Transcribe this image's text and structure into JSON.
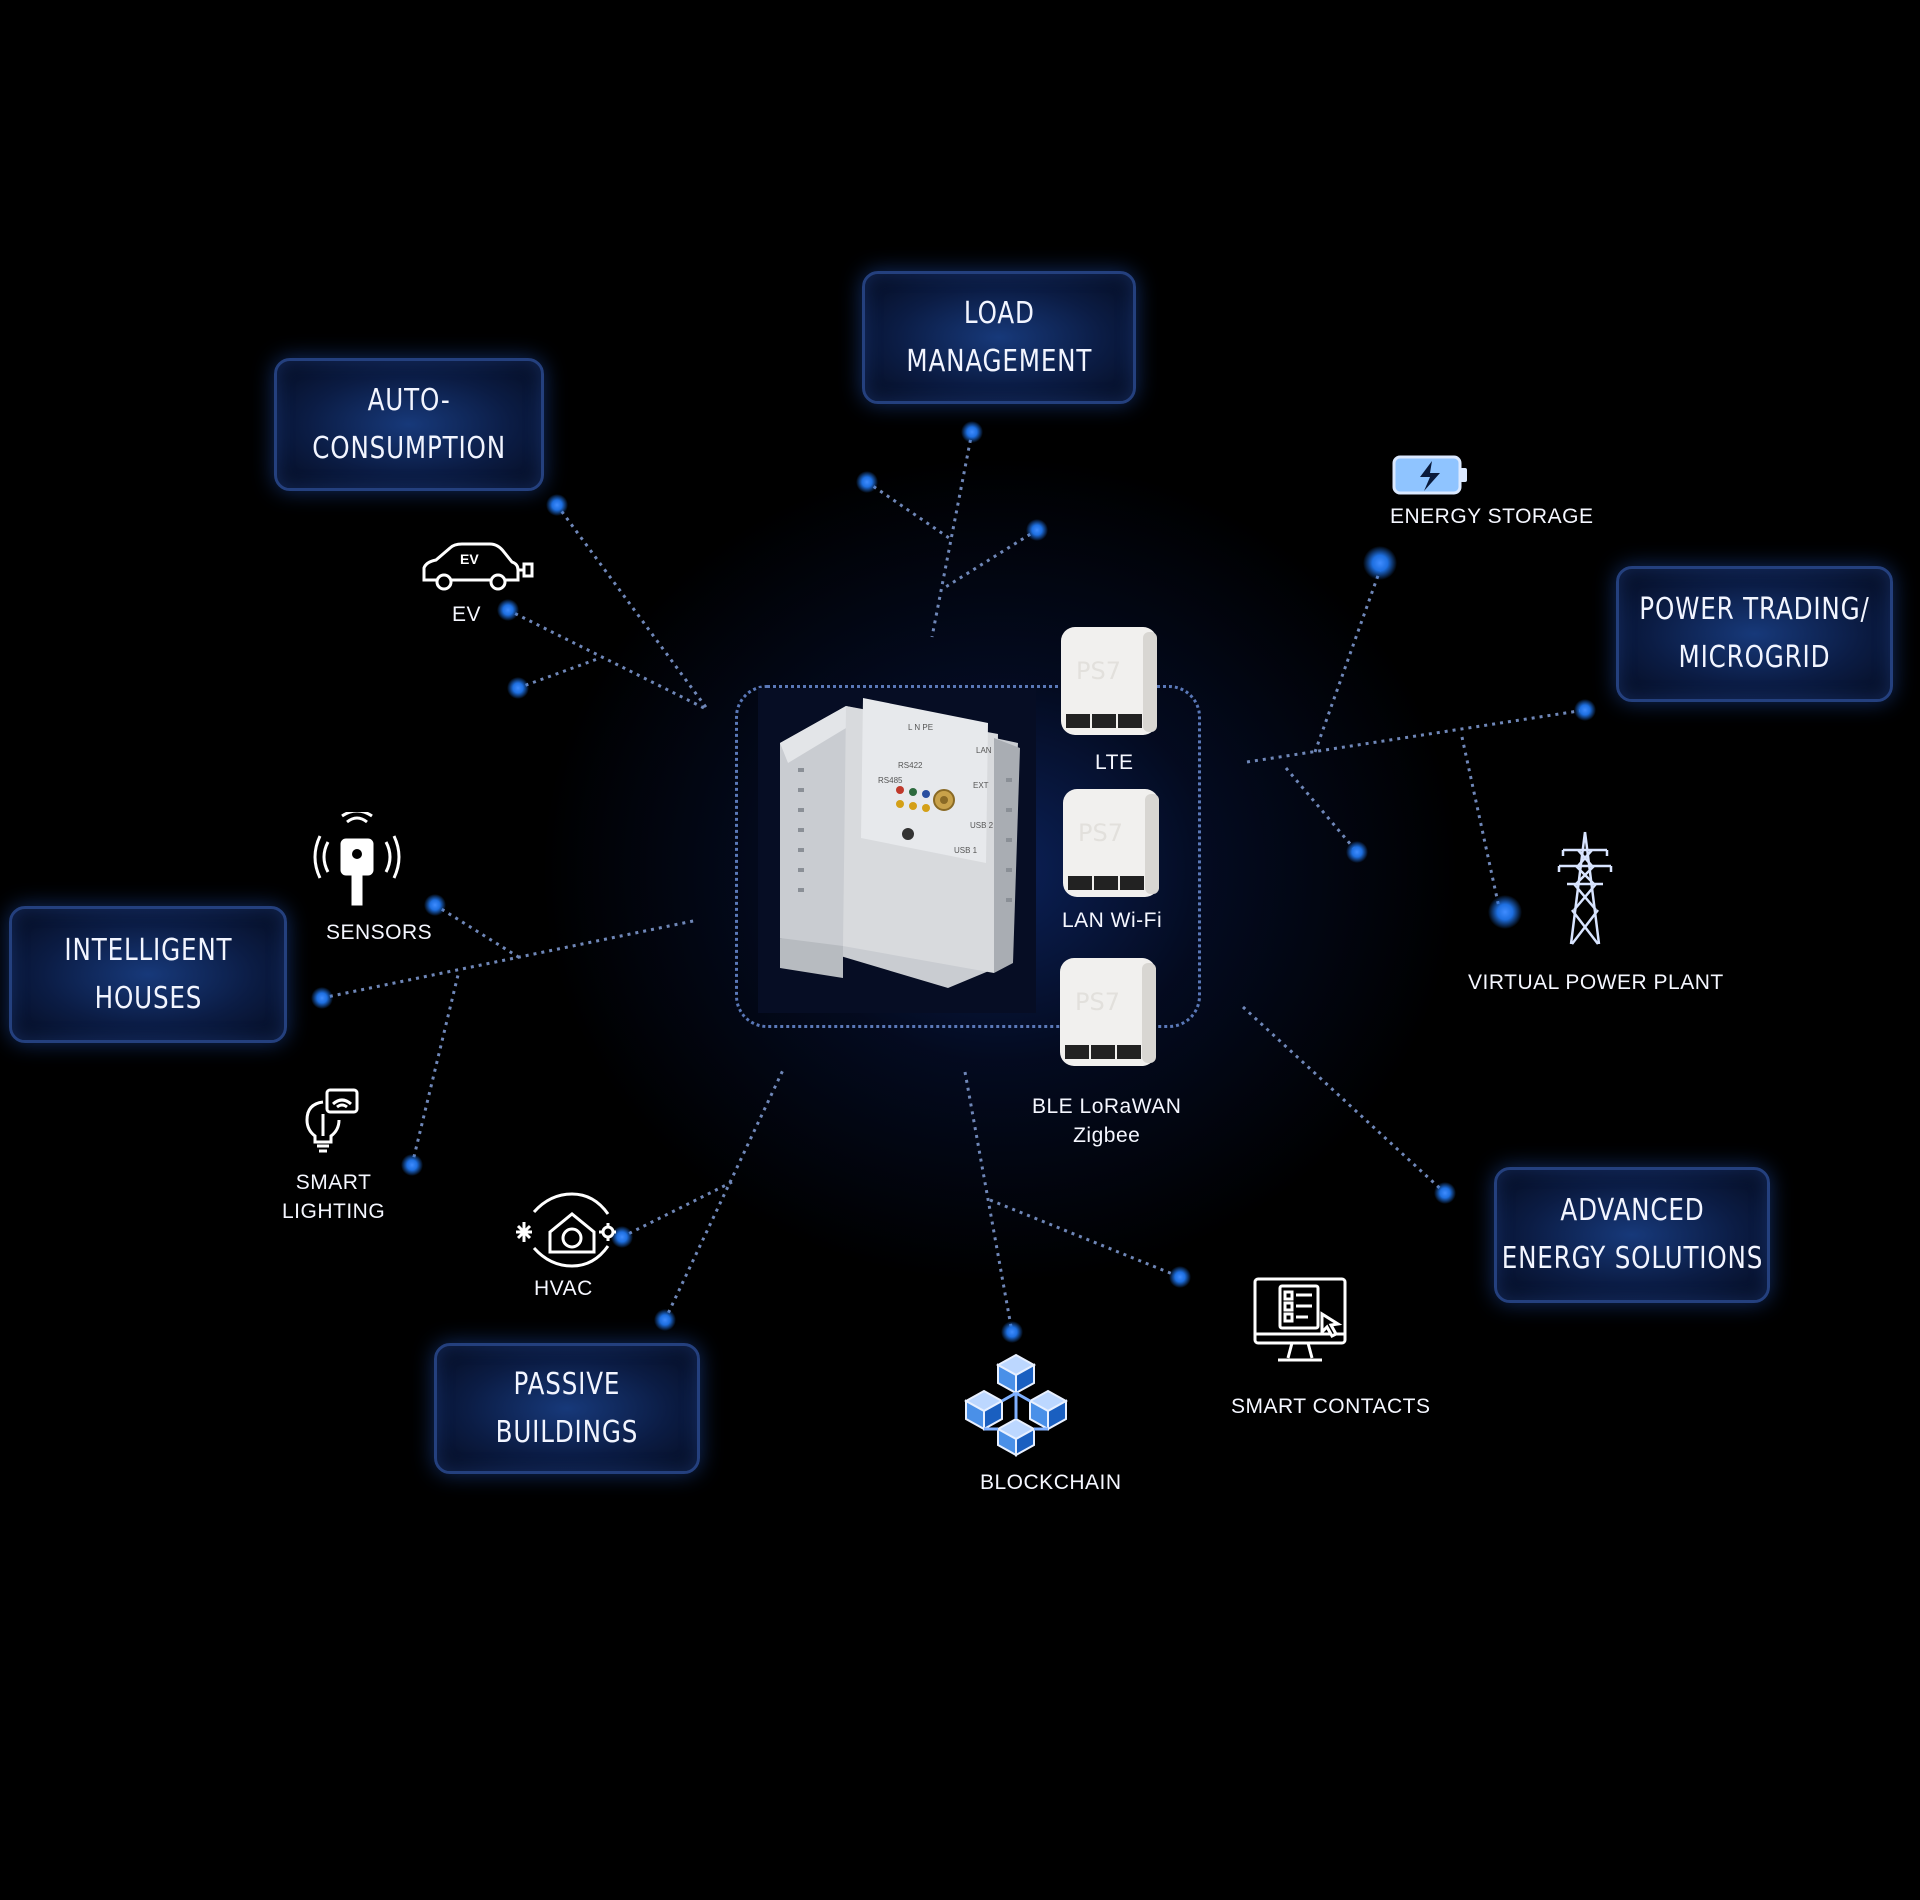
{
  "boxes": {
    "load_management": "LOAD\nMANAGEMENT",
    "auto_consumption": "AUTO-\nCONSUMPTION",
    "power_trading": "POWER TRADING/\nMICROGRID",
    "intelligent_houses": "INTELLIGENT\nHOUSES",
    "advanced_energy": "ADVANCED\nENERGY SOLUTIONS",
    "passive_buildings": "PASSIVE\nBUILDINGS"
  },
  "labels": {
    "ev": "EV",
    "energy_storage": "ENERGY STORAGE",
    "sensors": "SENSORS",
    "virtual_power_plant": "VIRTUAL POWER PLANT",
    "smart_lighting": "SMART\nLIGHTING",
    "hvac": "HVAC",
    "blockchain": "BLOCKCHAIN",
    "smart_contacts": "SMART CONTACTS"
  },
  "modules": {
    "lte": "LTE",
    "lan_wifi": "LAN Wi-Fi",
    "ble": "BLE LoRaWAN\nZigbee",
    "brand": "PS7"
  },
  "device": {
    "port_labels": [
      "RS485",
      "RS422",
      "L N PE",
      "USB 1",
      "USB 2",
      "EXT",
      "LAN"
    ]
  },
  "icons": {
    "ev_badge": "EV"
  },
  "colors": {
    "background": "#000000",
    "box_border": "#24407e",
    "dot": "#1e6fe0",
    "line": "#6f87b8"
  }
}
